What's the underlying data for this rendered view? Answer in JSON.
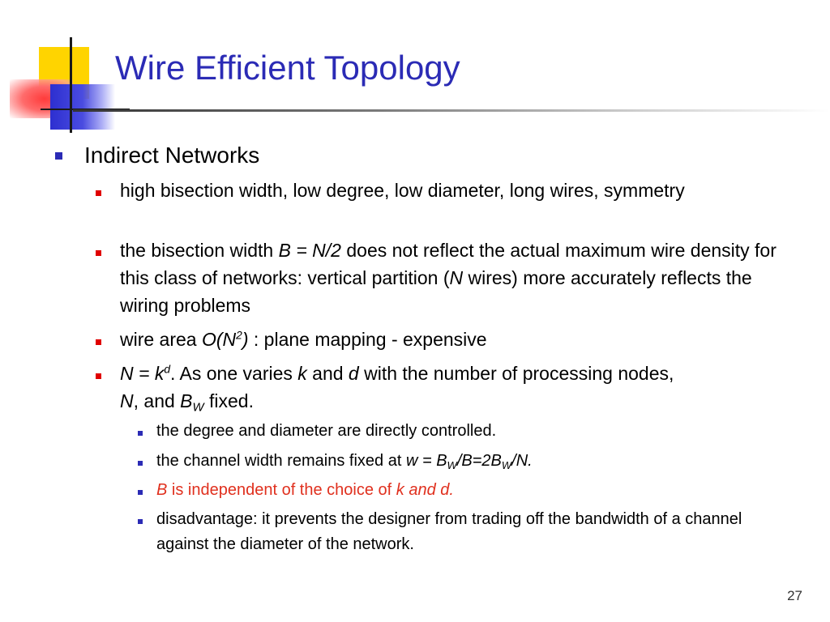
{
  "slide": {
    "title": "Wire Efficient Topology",
    "page_number": "27",
    "colors": {
      "title": "#2b2bb5",
      "bullet_level1": "#2b2bb5",
      "bullet_level2": "#e00000",
      "highlight_text": "#e0301e"
    }
  },
  "bullets": {
    "l1": "Indirect Networks",
    "b1": "high bisection width, low degree, low diameter, long wires, symmetry",
    "b2": {
      "a": "the bisection width ",
      "b": "B = N/2",
      "c": " does not reflect the actual maximum wire density for this class of networks: vertical partition (",
      "d": "N",
      "e": " wires) more accurately reflects the wiring problems"
    },
    "b3": {
      "a": "wire area ",
      "b": "O(N",
      "sup": "2",
      "c": ")",
      "d": " : plane mapping - expensive"
    },
    "b4": {
      "a": "N = k",
      "sup": "d",
      "b": ". As one varies ",
      "c": "k",
      "d": " and ",
      "e": "d",
      "f": " with the number of processing nodes, ",
      "g": "N",
      "h": ", and ",
      "i": "B",
      "sub": "W",
      "j": " fixed."
    },
    "s1": "the degree and diameter are directly controlled.",
    "s2": {
      "a": "the channel width remains fixed at ",
      "b": "w = B",
      "sub1": "W",
      "c": "/B=2B",
      "sub2": "W",
      "d": "/N."
    },
    "s3": {
      "a": "B",
      "b": " is independent of the choice of ",
      "c": "k and d."
    },
    "s4": "disadvantage: it prevents the designer from trading off the bandwidth of a channel against the diameter of the network."
  }
}
